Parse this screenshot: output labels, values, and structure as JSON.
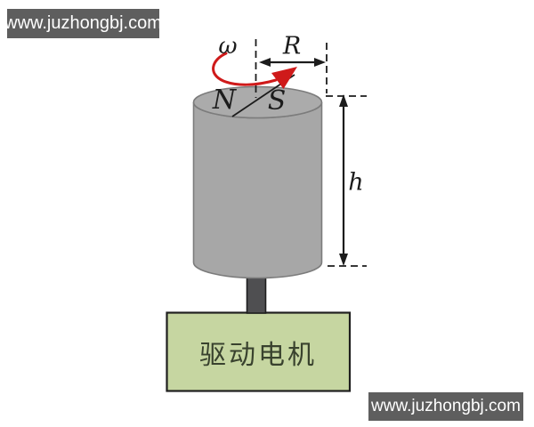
{
  "watermarks": {
    "top_left": "www.juzhongbj.com",
    "bottom_right": "www.juzhongbj.com"
  },
  "diagram": {
    "labels": {
      "angular_velocity": "ω",
      "radius": "R",
      "pole_north": "N",
      "pole_south": "S",
      "height": "h"
    },
    "motor": {
      "label": "驱动电机"
    },
    "colors": {
      "background": "#ffffff",
      "cylinder_fill": "#a7a7a7",
      "cylinder_top_fill": "#ababab",
      "cylinder_stroke": "#7c7c7c",
      "shaft_fill": "#4f4f51",
      "shaft_stroke": "#1e1e1e",
      "motor_fill": "#c6d6a1",
      "motor_stroke": "#1f1f1f",
      "motor_text": "#39422e",
      "dimension_line": "#1c1c1c",
      "rotation_arrow": "#cf1a1a",
      "watermark_bg": "#5e5e5e",
      "watermark_text": "#ffffff"
    }
  }
}
